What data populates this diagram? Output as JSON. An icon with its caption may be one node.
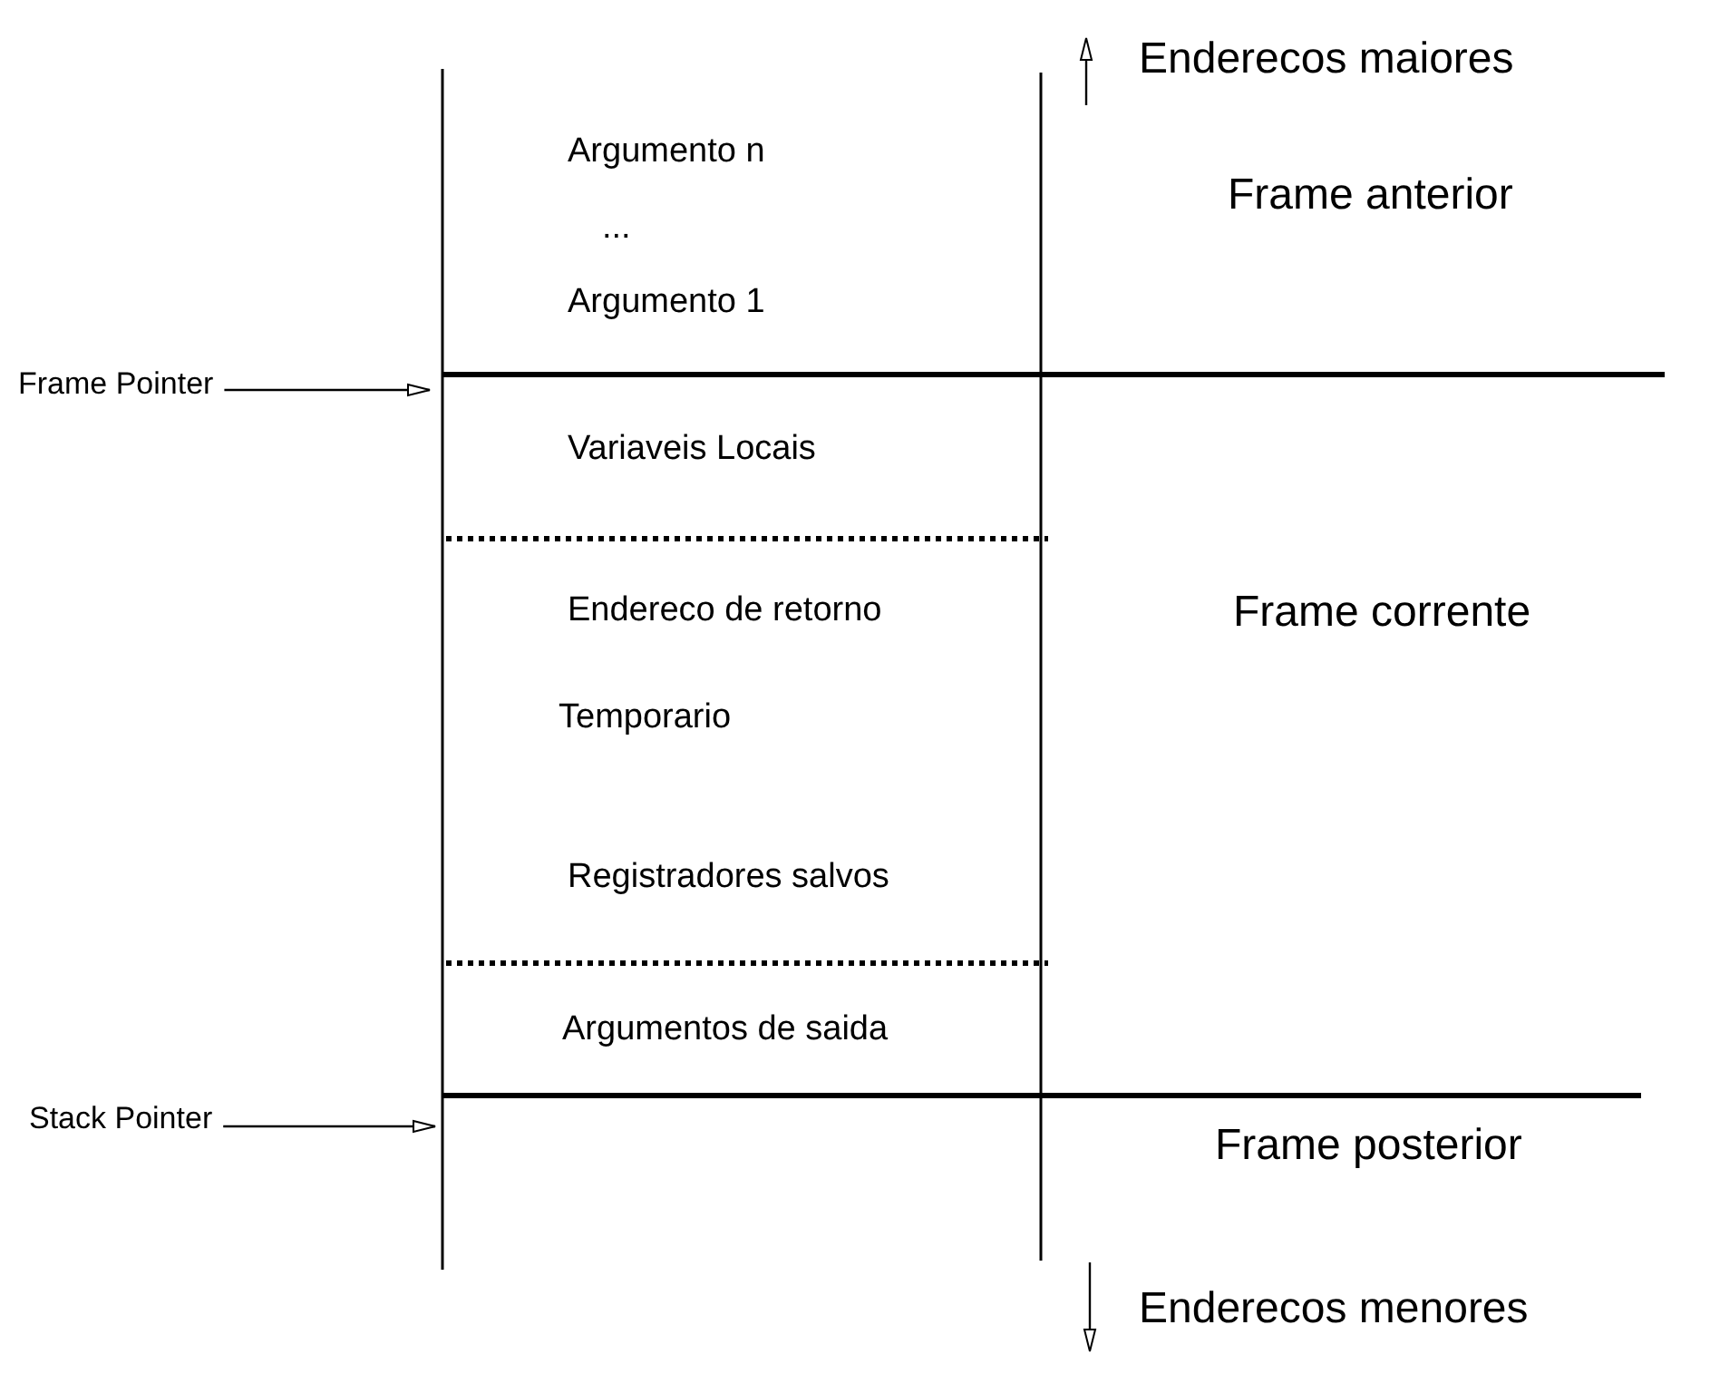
{
  "diagram": {
    "nodes": [
      {
        "text": [
          "Frame Pointer"
        ]
      },
      {
        "text": [
          "Stack Pointer"
        ]
      }
    ],
    "edges": [
      {
        "from": 0,
        "to": null,
        "arrow": "to"
      },
      {
        "from": 1,
        "to": null,
        "arrow": "to"
      }
    ],
    "labels": [
      "Enderecos maiores",
      "Argumento n",
      "...",
      "Frame anterior",
      "Argumento 1",
      "Variaveis Locais",
      "Endereco de retorno",
      "Frame corrente",
      "Temporario",
      "Registradores salvos",
      "Argumentos de saida",
      "Frame posterior",
      "Enderecos menores"
    ]
  }
}
